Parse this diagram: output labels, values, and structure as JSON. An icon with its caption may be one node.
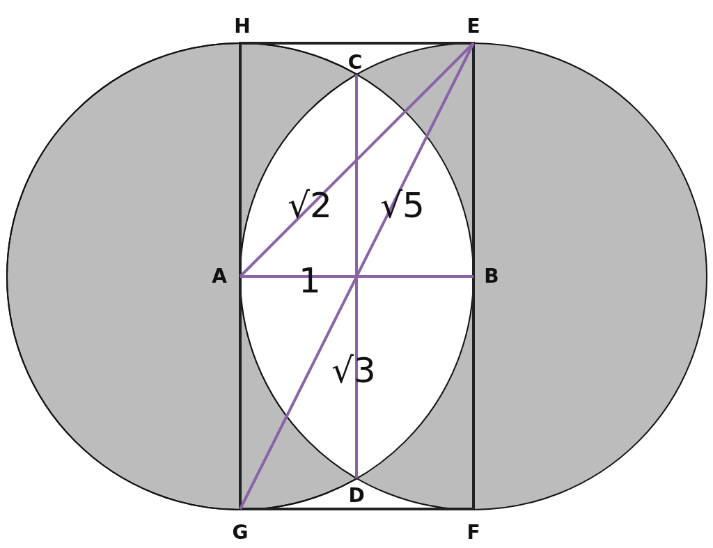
{
  "diagram": {
    "labels": [
      "H",
      "E",
      "C",
      "√2",
      "√5",
      "A",
      "1",
      "B",
      "√3",
      "D",
      "G",
      "F"
    ]
  }
}
